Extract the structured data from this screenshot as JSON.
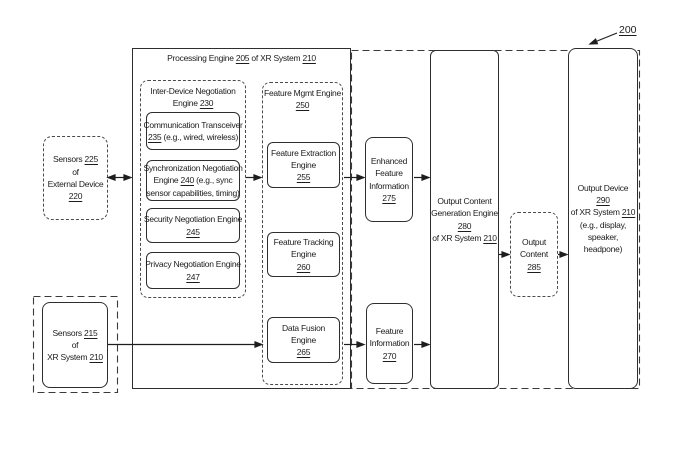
{
  "figure": {
    "ref_label": "200",
    "line_color": "#2e2e2e",
    "background": "#ffffff"
  },
  "nodes": {
    "sensors_external": {
      "label": "Sensors [225]\nof\nExternal Device\n[220]"
    },
    "sensors_xr": {
      "label": "Sensors [215]\nof\nXR System [210]"
    },
    "processing_engine": {
      "title": "Processing Engine [205] of XR System [210]"
    },
    "inter_device": {
      "title": "Inter-Device Negotiation\nEngine [230]"
    },
    "comm_transceiver": {
      "label": "Communication Transceiver\n[235] (e.g., wired, wireless)"
    },
    "sync_negotiation": {
      "label": "Synchronization Negotiation\nEngine [240] (e.g., sync\nsensor capabilities, timing)"
    },
    "security_negotiation": {
      "label": "Security Negotiation Engine\n[245]"
    },
    "privacy_negotiation": {
      "label": "Privacy Negotiation Engine\n[247]"
    },
    "feature_mgmt": {
      "title": "Feature Mgmt Engine\n[250]"
    },
    "feature_extraction": {
      "label": "Feature Extraction\nEngine\n[255]"
    },
    "feature_tracking": {
      "label": "Feature Tracking\nEngine\n[260]"
    },
    "data_fusion": {
      "label": "Data Fusion\nEngine\n[265]"
    },
    "enhanced_feature_info": {
      "label": "Enhanced\nFeature\nInformation\n[275]"
    },
    "feature_info": {
      "label": "Feature\nInformation\n[270]"
    },
    "output_gen": {
      "label": "Output Content\nGeneration Engine\n[280]\nof XR System [210]"
    },
    "output_content": {
      "label": "Output\nContent\n[285]"
    },
    "output_device": {
      "label": "Output Device\n[290]\nof XR System [210]\n(e.g., display,\nspeaker,\nheadpone)"
    }
  }
}
